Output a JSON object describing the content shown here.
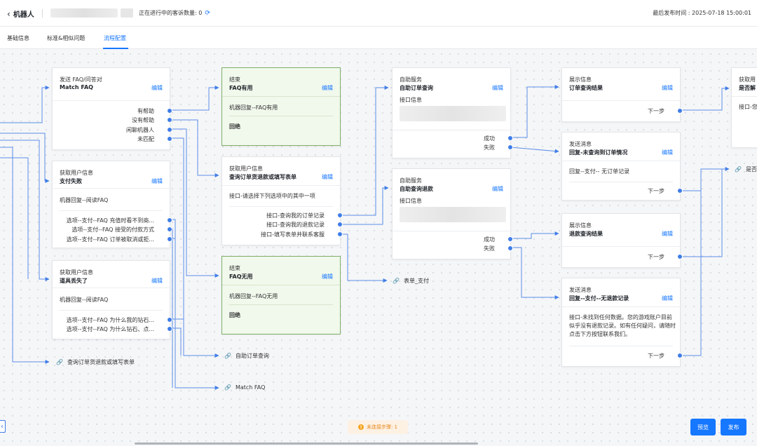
{
  "header": {
    "back_label": "机器人",
    "counter_label": "正在进行中的客诉数量: 0",
    "publish_time": "最后发布时间 : 2025-07-18 15:00:01"
  },
  "tabs": [
    {
      "label": "基础信息",
      "active": false
    },
    {
      "label": "标准&相似问题",
      "active": false
    },
    {
      "label": "流程配置",
      "active": true
    }
  ],
  "common": {
    "edit": "编辑",
    "next": "下一步"
  },
  "nodes": {
    "match_faq": {
      "type": "发送 FAQ/问答对",
      "title": "Match FAQ",
      "outputs": [
        "有帮助",
        "没有帮助",
        "闲聊机器人",
        "未匹配"
      ]
    },
    "pay_fail": {
      "type": "获取用户信息",
      "title": "支付失败",
      "body": "机器回复--阅读FAQ",
      "outputs": [
        "选项--支付--FAQ 充值时看不到商...",
        "选项--支付--FAQ 接受的付款方式",
        "选项--支付--FAQ 订单被取消或拒..."
      ]
    },
    "item_lost": {
      "type": "获取用户信息",
      "title": "道具丢失了",
      "body": "机器回复--阅读FAQ",
      "outputs": [
        "选项--支付--FAQ 为什么我的钻石...",
        "选项--支付--FAQ 为什么钻石、点..."
      ]
    },
    "end_helpful": {
      "type": "结束",
      "title": "FAQ有用",
      "body": "机器回复--FAQ有用",
      "footer": "回绝"
    },
    "query_order": {
      "type": "获取用户信息",
      "title": "查询订单货退款或填写表单",
      "body": "接口-请选择下列选项中的其中一项",
      "outputs": [
        "接口-查询我的订单记录",
        "接口-查询我的退款记录",
        "接口-填写表单并联系客服"
      ]
    },
    "end_useless": {
      "type": "结束",
      "title": "FAQ无用",
      "body": "机器回复--FAQ无用",
      "footer": "回绝"
    },
    "self_order": {
      "type": "自助服务",
      "title": "自助订单查询",
      "body": "接口信息",
      "outputs": [
        "成功",
        "失败"
      ]
    },
    "self_refund": {
      "type": "自助服务",
      "title": "自助查询退款",
      "body": "接口信息",
      "outputs": [
        "成功",
        "失败"
      ]
    },
    "show_order": {
      "type": "展示信息",
      "title": "订单查询结果"
    },
    "msg_no_order": {
      "type": "发送消息",
      "title": "回复-未查询到订单情况",
      "body": "回复--支付-- 无订单记录"
    },
    "show_refund": {
      "type": "展示信息",
      "title": "退款查询结果"
    },
    "msg_no_refund": {
      "type": "发送消息",
      "title": "回复--支付--无退款记录",
      "body": "接口-未找到任何数据。您的游戏账户目前似乎没有退款记录。如有任何疑问，请随时点击下方按钮联系我们。"
    },
    "get_partial": {
      "type": "获取用",
      "title": "是否解",
      "body": "接口-您"
    }
  },
  "links": {
    "form_pay": "表单_支付",
    "query_order_form": "查询订单货退款或填写表单",
    "self_order_link": "自助订单查询",
    "match_faq_link": "Match FAQ",
    "partial_link": "是否"
  },
  "footer": {
    "warning": "未连接步骤: 1",
    "preview": "预览",
    "publish": "发布"
  },
  "colors": {
    "accent": "#1677ff",
    "port": "#3f7de8",
    "end_node_bg": "#f1f8ec",
    "end_node_border": "#7fb06a",
    "warning": "#e8891c"
  }
}
